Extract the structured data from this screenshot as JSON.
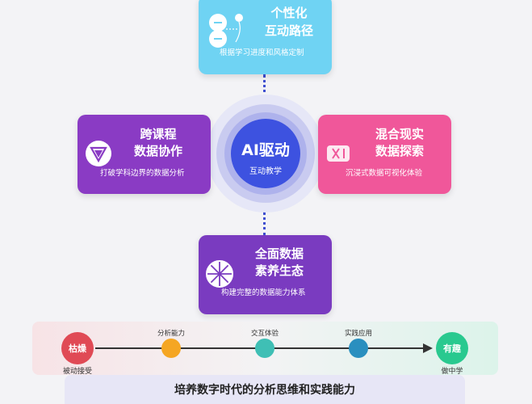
{
  "top_card": {
    "title_line1": "个性化",
    "title_line2": "互动路径",
    "subtitle": "根据学习进度和风格定制",
    "color": "#6fd3f3"
  },
  "left_card": {
    "title_line1": "跨课程",
    "title_line2": "数据协作",
    "subtitle": "打破学科边界的数据分析",
    "color": "#8a3bc4"
  },
  "right_card": {
    "title_line1": "混合现实",
    "title_line2": "数据探索",
    "subtitle": "沉浸式数据可视化体验",
    "color": "#f0579a"
  },
  "bottom_card": {
    "title_line1": "全面数据",
    "title_line2": "素养生态",
    "subtitle": "构建完整的数据能力体系",
    "color": "#7a3bc0"
  },
  "center": {
    "title": "AI驱动",
    "subtitle": "互动教学",
    "color": "#3d52e0"
  },
  "journey": {
    "start_label": "枯燥",
    "start_caption": "被动接受",
    "end_label": "有趣",
    "end_caption": "做中学",
    "stages": [
      {
        "label": "分析能力",
        "color": "#f5a623"
      },
      {
        "label": "交互体验",
        "color": "#3fbfb5"
      },
      {
        "label": "实践应用",
        "color": "#2a8fbf"
      }
    ],
    "start_color": "#e04a55",
    "end_color": "#29c98f"
  },
  "footer": {
    "text": "培养数字时代的分析思维和实践能力"
  }
}
